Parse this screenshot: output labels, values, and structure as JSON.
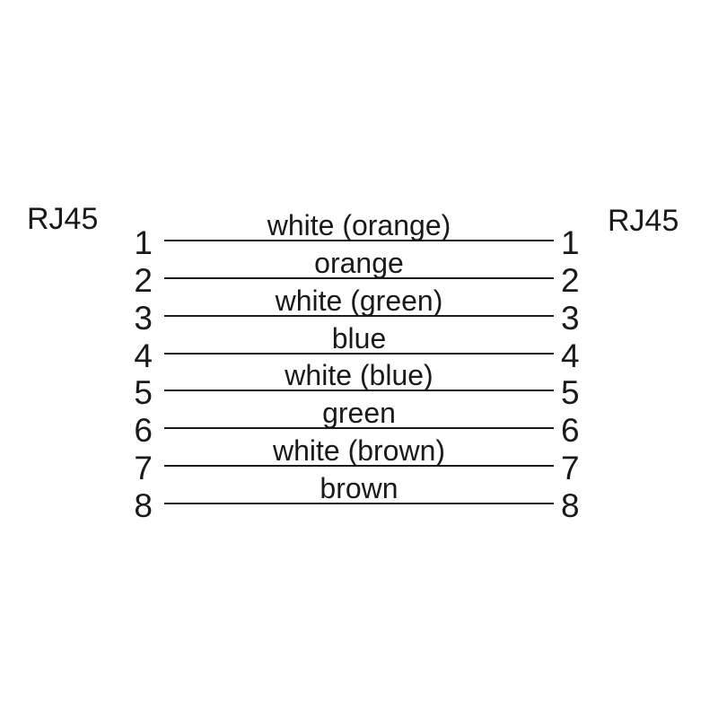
{
  "diagram": {
    "left_connector": {
      "label": "RJ45"
    },
    "right_connector": {
      "label": "RJ45"
    },
    "wires": [
      {
        "pin_left": "1",
        "pin_right": "1",
        "color_label": "white (orange)"
      },
      {
        "pin_left": "2",
        "pin_right": "2",
        "color_label": "orange"
      },
      {
        "pin_left": "3",
        "pin_right": "3",
        "color_label": "white (green)"
      },
      {
        "pin_left": "4",
        "pin_right": "4",
        "color_label": "blue"
      },
      {
        "pin_left": "5",
        "pin_right": "5",
        "color_label": "white (blue)"
      },
      {
        "pin_left": "6",
        "pin_right": "6",
        "color_label": "green"
      },
      {
        "pin_left": "7",
        "pin_right": "7",
        "color_label": "white (brown)"
      },
      {
        "pin_left": "8",
        "pin_right": "8",
        "color_label": "brown"
      }
    ],
    "colors": {
      "ink": "#1a1a1a",
      "background": "#ffffff"
    }
  }
}
